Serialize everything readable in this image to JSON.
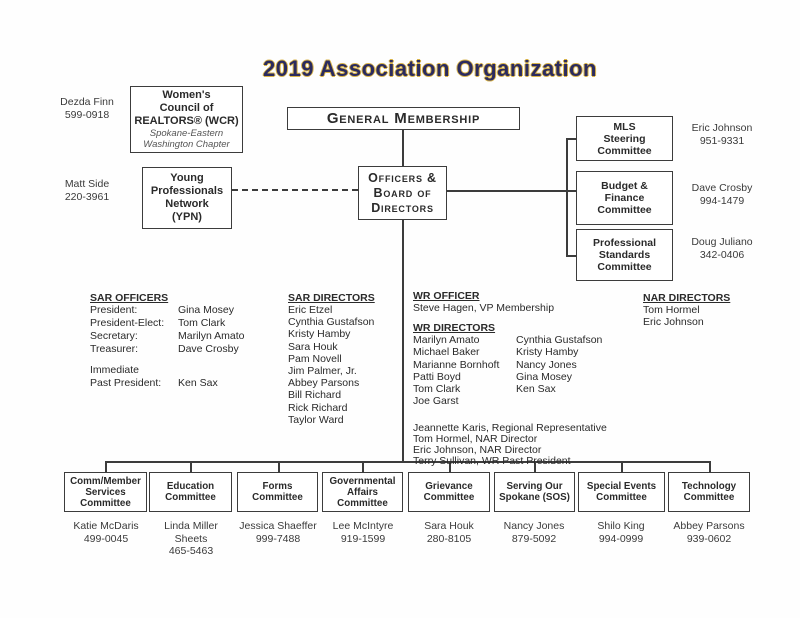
{
  "title": "2019 Association Organization",
  "colors": {
    "title_fill": "#2b2b5e",
    "title_outline": "#d9b44a",
    "line": "#3c3c3c"
  },
  "contacts_left": [
    {
      "name": "Dezda Finn",
      "phone": "599-0918"
    },
    {
      "name": "Matt Side",
      "phone": "220-3961"
    }
  ],
  "wcr": {
    "name_lines": [
      "Women's",
      "Council of",
      "REALTORS® (WCR)"
    ],
    "subtitle_lines": [
      "Spokane-Eastern",
      "Washington Chapter"
    ]
  },
  "ypn": {
    "name_lines": [
      "Young",
      "Professionals",
      "Network",
      "(YPN)"
    ]
  },
  "general_membership": {
    "label": "General Membership"
  },
  "officers_board": {
    "lines": [
      "Officers &",
      "Board of",
      "Directors"
    ]
  },
  "right_committees": [
    {
      "name_lines": [
        "MLS",
        "Steering",
        "Committee"
      ],
      "contact": "Eric Johnson",
      "phone": "951-9331"
    },
    {
      "name_lines": [
        "Budget &",
        "Finance",
        "Committee"
      ],
      "contact": "Dave Crosby",
      "phone": "994-1479"
    },
    {
      "name_lines": [
        "Professional",
        "Standards",
        "Committee"
      ],
      "contact": "Doug Juliano",
      "phone": "342-0406"
    }
  ],
  "sar_officers": {
    "header": "SAR OFFICERS",
    "rows": [
      {
        "label": "President:",
        "value": "Gina Mosey"
      },
      {
        "label": "President-Elect:",
        "value": "Tom Clark"
      },
      {
        "label": "Secretary:",
        "value": "Marilyn Amato"
      },
      {
        "label": "Treasurer:",
        "value": "Dave Crosby"
      }
    ],
    "past_label_line1": "Immediate",
    "past_label_line2": "Past President:",
    "past_value": "Ken Sax"
  },
  "sar_directors": {
    "header": "SAR DIRECTORS",
    "members": [
      "Eric Etzel",
      "Cynthia Gustafson",
      "Kristy Hamby",
      "Sara Houk",
      "Pam Novell",
      "Jim Palmer, Jr.",
      "Abbey Parsons",
      "Bill Richard",
      "Rick Richard",
      "Taylor Ward"
    ]
  },
  "wr": {
    "officer_header": "WR OFFICER",
    "officer": "Steve Hagen, VP Membership",
    "directors_header": "WR DIRECTORS",
    "directors_col1": [
      "Marilyn Amato",
      "Michael Baker",
      "Marianne Bornhoft",
      "Patti Boyd",
      "Tom Clark",
      "Joe Garst"
    ],
    "directors_col2": [
      "Cynthia Gustafson",
      "Kristy Hamby",
      "Nancy Jones",
      "Gina Mosey",
      "Ken Sax"
    ],
    "notes": [
      "Jeannette Karis, Regional Representative",
      "Tom Hormel, NAR Director",
      "Eric Johnson, NAR Director",
      "Terry Sullivan, WR Past President"
    ]
  },
  "nar_directors": {
    "header": "NAR DIRECTORS",
    "members": [
      "Tom Hormel",
      "Eric Johnson"
    ]
  },
  "bottom_committees": [
    {
      "name_lines": [
        "Comm/Member",
        "Services",
        "Committee"
      ],
      "contact_lines": [
        "Katie McDaris",
        "499-0045"
      ]
    },
    {
      "name_lines": [
        "Education",
        "Committee"
      ],
      "contact_lines": [
        "Linda Miller",
        "Sheets",
        "465-5463"
      ]
    },
    {
      "name_lines": [
        "Forms",
        "Committee"
      ],
      "contact_lines": [
        "Jessica Shaeffer",
        "999-7488"
      ]
    },
    {
      "name_lines": [
        "Governmental",
        "Affairs",
        "Committee"
      ],
      "contact_lines": [
        "Lee McIntyre",
        "919-1599"
      ]
    },
    {
      "name_lines": [
        "Grievance",
        "Committee"
      ],
      "contact_lines": [
        "Sara Houk",
        "280-8105"
      ]
    },
    {
      "name_lines": [
        "Serving Our",
        "Spokane (SOS)"
      ],
      "contact_lines": [
        "Nancy Jones",
        "879-5092"
      ]
    },
    {
      "name_lines": [
        "Special Events",
        "Committee"
      ],
      "contact_lines": [
        "Shilo King",
        "994-0999"
      ]
    },
    {
      "name_lines": [
        "Technology",
        "Committee"
      ],
      "contact_lines": [
        "Abbey Parsons",
        "939-0602"
      ]
    }
  ]
}
